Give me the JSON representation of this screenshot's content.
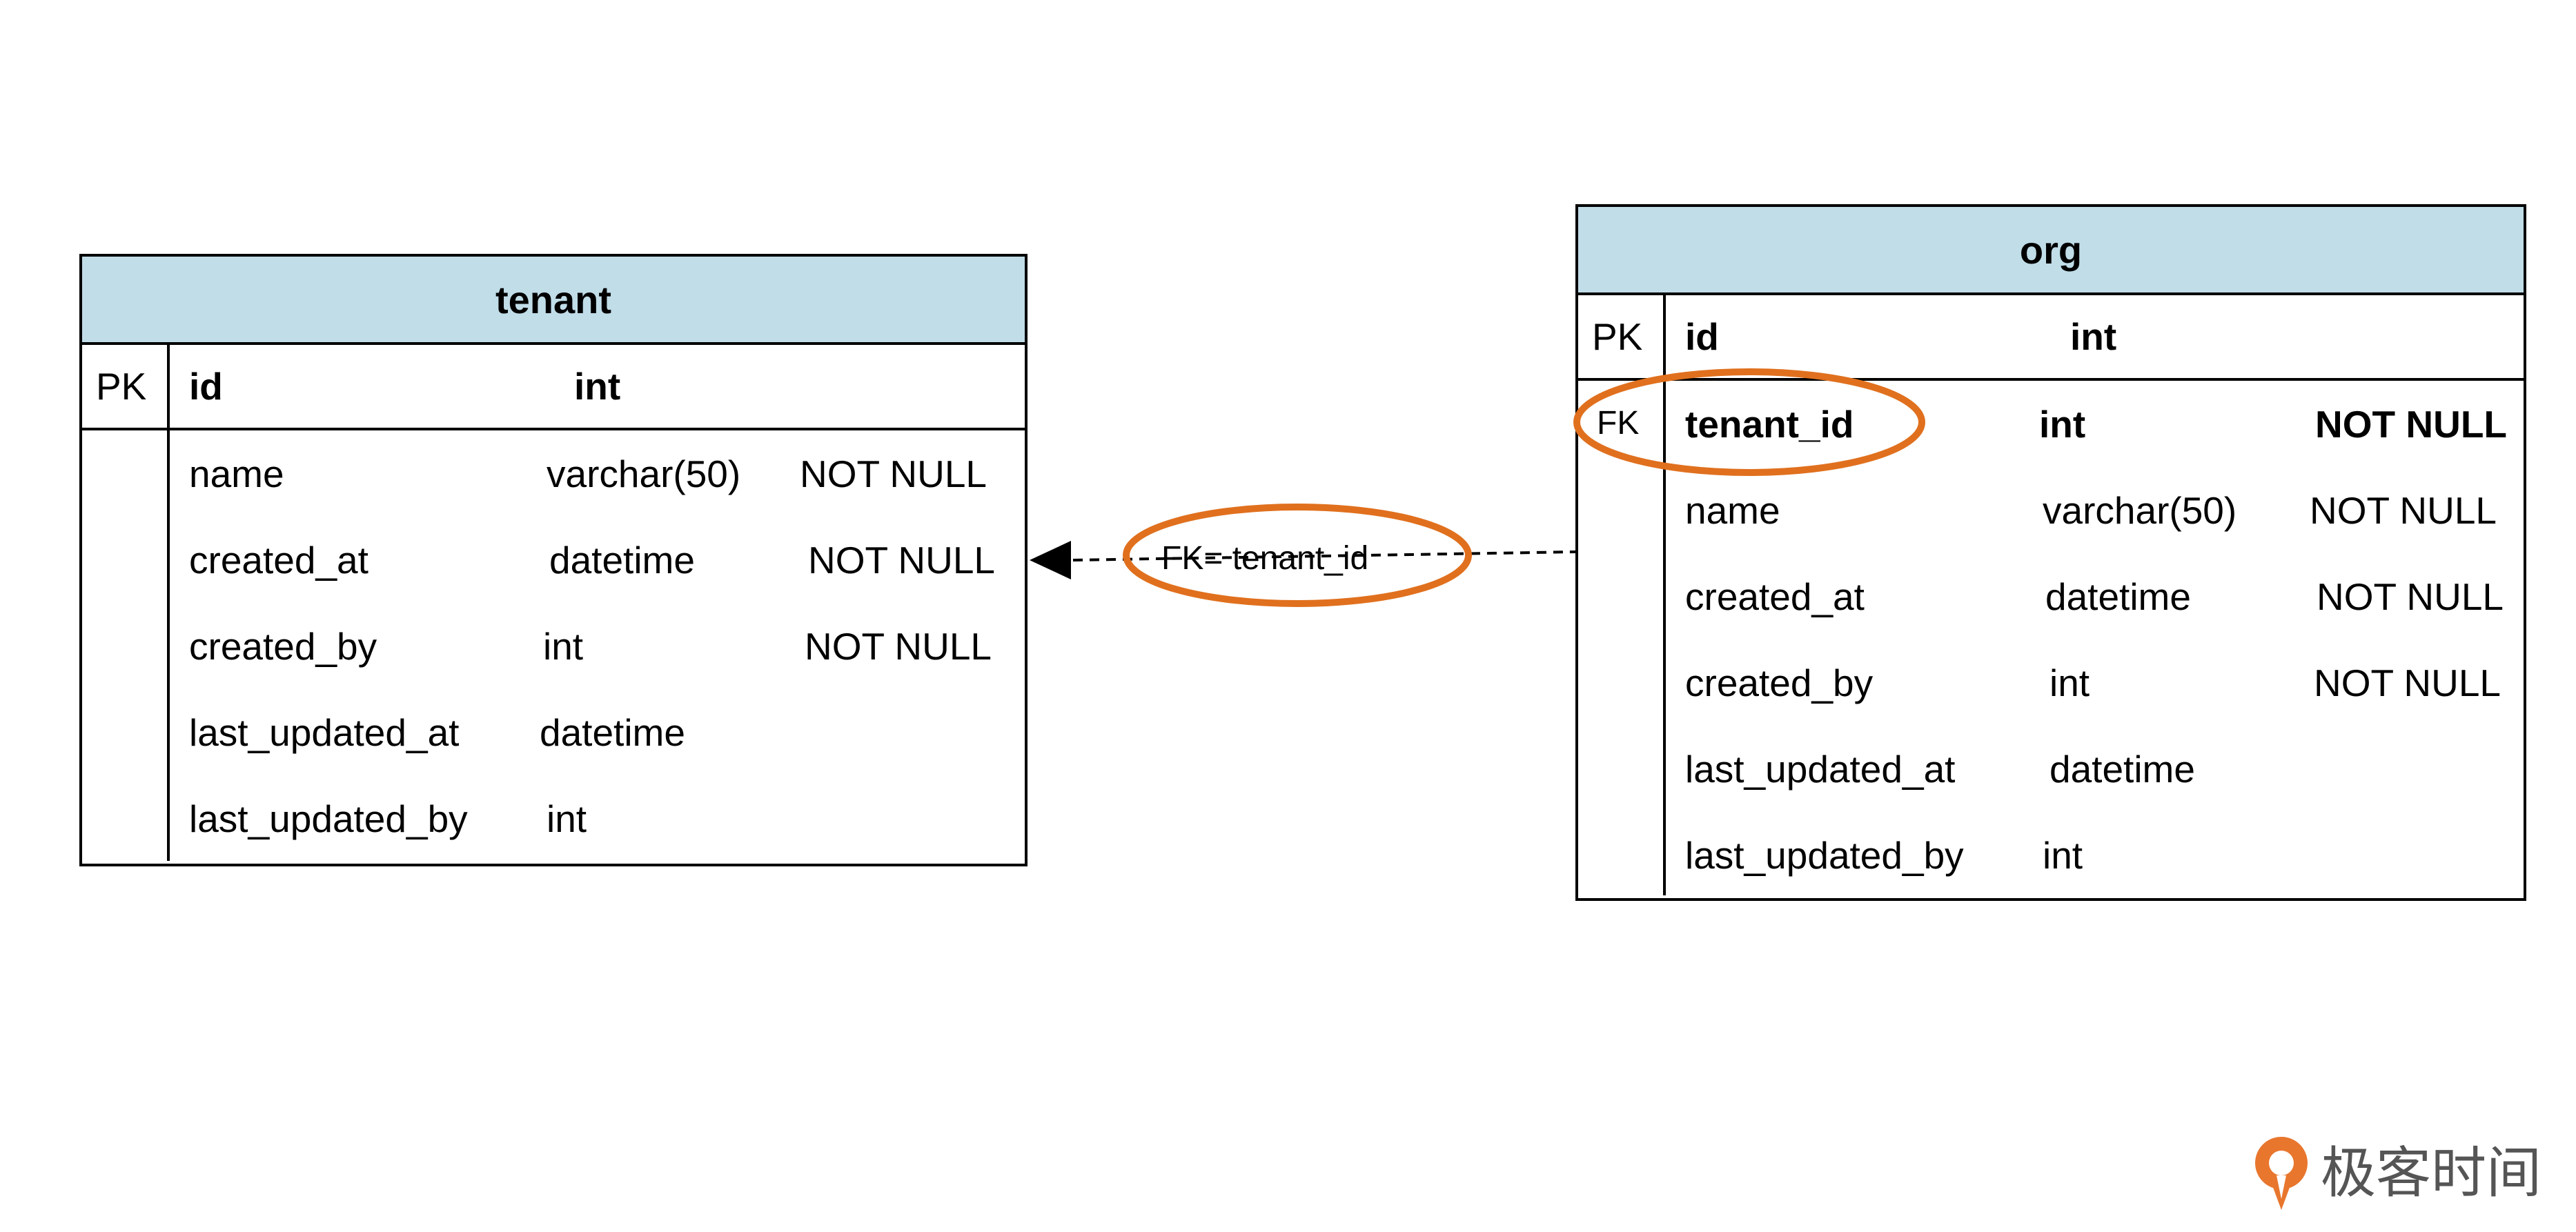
{
  "tenant": {
    "title": "tenant",
    "pk": {
      "key": "PK",
      "name": "id",
      "type": "int"
    },
    "rows": [
      {
        "name": "name",
        "type": "varchar(50)",
        "constraint": "NOT NULL"
      },
      {
        "name": "created_at",
        "type": "datetime",
        "constraint": "NOT NULL"
      },
      {
        "name": "created_by",
        "type": "int",
        "constraint": "NOT NULL"
      },
      {
        "name": "last_updated_at",
        "type": "datetime",
        "constraint": ""
      },
      {
        "name": "last_updated_by",
        "type": "int",
        "constraint": ""
      }
    ]
  },
  "org": {
    "title": "org",
    "pk": {
      "key": "PK",
      "name": "id",
      "type": "int"
    },
    "fk": {
      "key": "FK",
      "name": "tenant_id",
      "type": "int",
      "constraint": "NOT NULL"
    },
    "rows": [
      {
        "name": "name",
        "type": "varchar(50)",
        "constraint": "NOT NULL"
      },
      {
        "name": "created_at",
        "type": "datetime",
        "constraint": "NOT NULL"
      },
      {
        "name": "created_by",
        "type": "int",
        "constraint": "NOT NULL"
      },
      {
        "name": "last_updated_at",
        "type": "datetime",
        "constraint": ""
      },
      {
        "name": "last_updated_by",
        "type": "int",
        "constraint": ""
      }
    ]
  },
  "relation": {
    "label": "FK= tenant_id"
  },
  "logo": {
    "text": "极客时间"
  },
  "colors": {
    "header": "#c0dde8",
    "highlight": "#e0701e",
    "logo": "#e8762d"
  }
}
